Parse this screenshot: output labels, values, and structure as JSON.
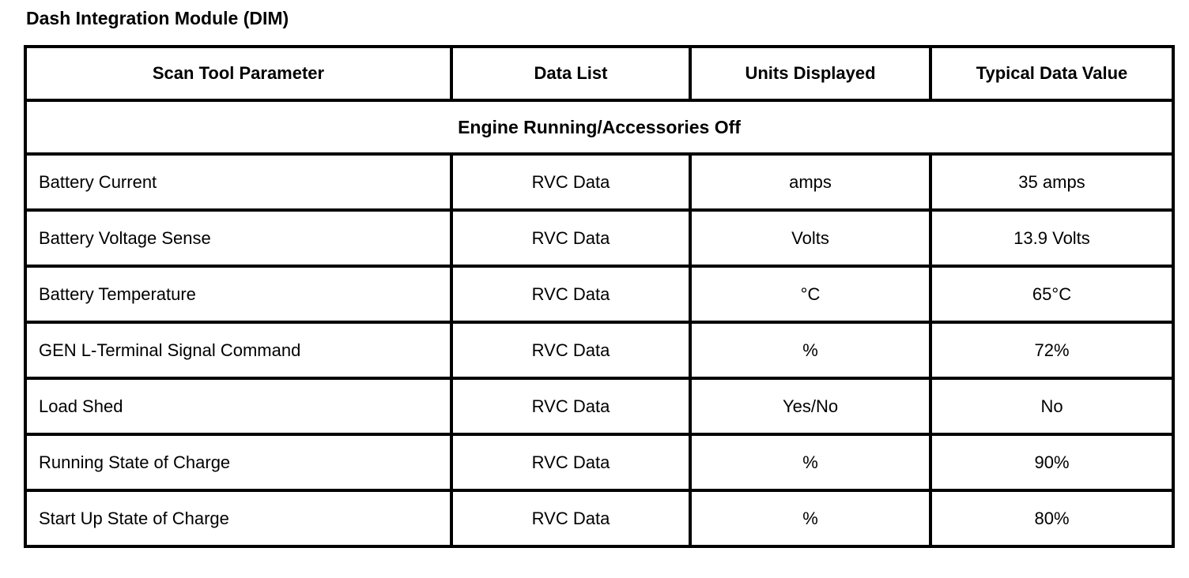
{
  "page": {
    "title": "Dash Integration Module (DIM)"
  },
  "table": {
    "columns": [
      "Scan Tool Parameter",
      "Data List",
      "Units Displayed",
      "Typical Data Value"
    ],
    "section_header": "Engine Running/Accessories Off",
    "rows": [
      {
        "parameter": "Battery Current",
        "data_list": "RVC Data",
        "units": "amps",
        "typical_value": "35 amps"
      },
      {
        "parameter": "Battery Voltage Sense",
        "data_list": "RVC Data",
        "units": "Volts",
        "typical_value": "13.9 Volts"
      },
      {
        "parameter": "Battery Temperature",
        "data_list": "RVC Data",
        "units": "°C",
        "typical_value": "65°C"
      },
      {
        "parameter": "GEN L-Terminal Signal Command",
        "data_list": "RVC Data",
        "units": "%",
        "typical_value": "72%"
      },
      {
        "parameter": "Load Shed",
        "data_list": "RVC Data",
        "units": "Yes/No",
        "typical_value": "No"
      },
      {
        "parameter": "Running State of Charge",
        "data_list": "RVC Data",
        "units": "%",
        "typical_value": "90%"
      },
      {
        "parameter": "Start Up State of Charge",
        "data_list": "RVC Data",
        "units": "%",
        "typical_value": "80%"
      }
    ],
    "colors": {
      "border": "#000000",
      "background": "#ffffff",
      "text": "#000000"
    }
  }
}
